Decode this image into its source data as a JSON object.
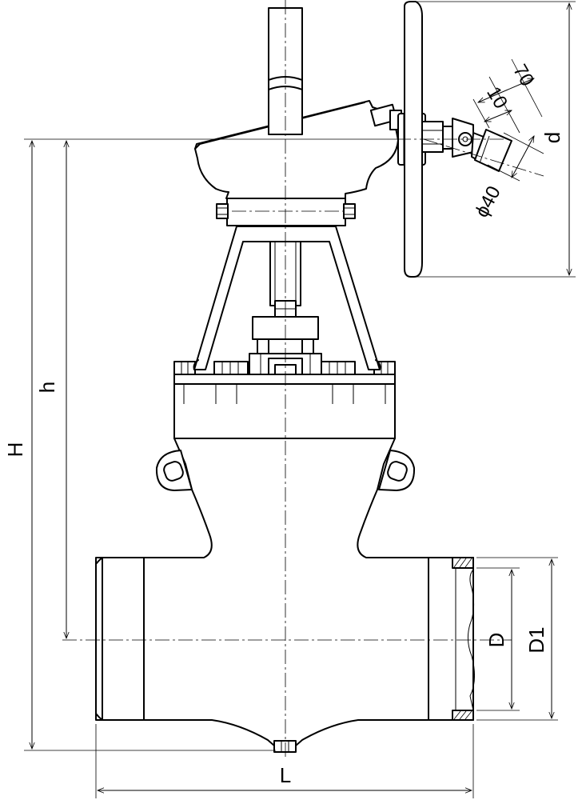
{
  "dimensions": {
    "H": "H",
    "h": "h",
    "L": "L",
    "D": "D",
    "D1": "D1",
    "d": "d",
    "dim_70": "70",
    "dim_10": "10",
    "dim_phi40": "ϕ40"
  }
}
